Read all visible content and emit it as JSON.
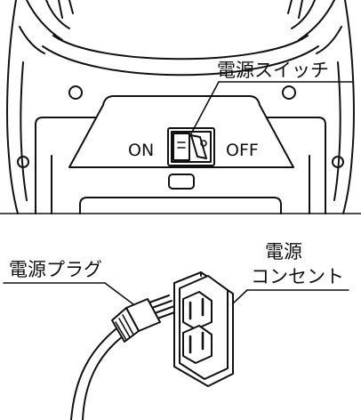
{
  "labels": {
    "power_switch": "電源スイッチ",
    "on": "ON",
    "off": "OFF",
    "power_plug": "電源プラグ",
    "outlet_line1": "電源",
    "outlet_line2": "コンセント"
  },
  "colors": {
    "line": "#111111",
    "background": "#ffffff"
  }
}
